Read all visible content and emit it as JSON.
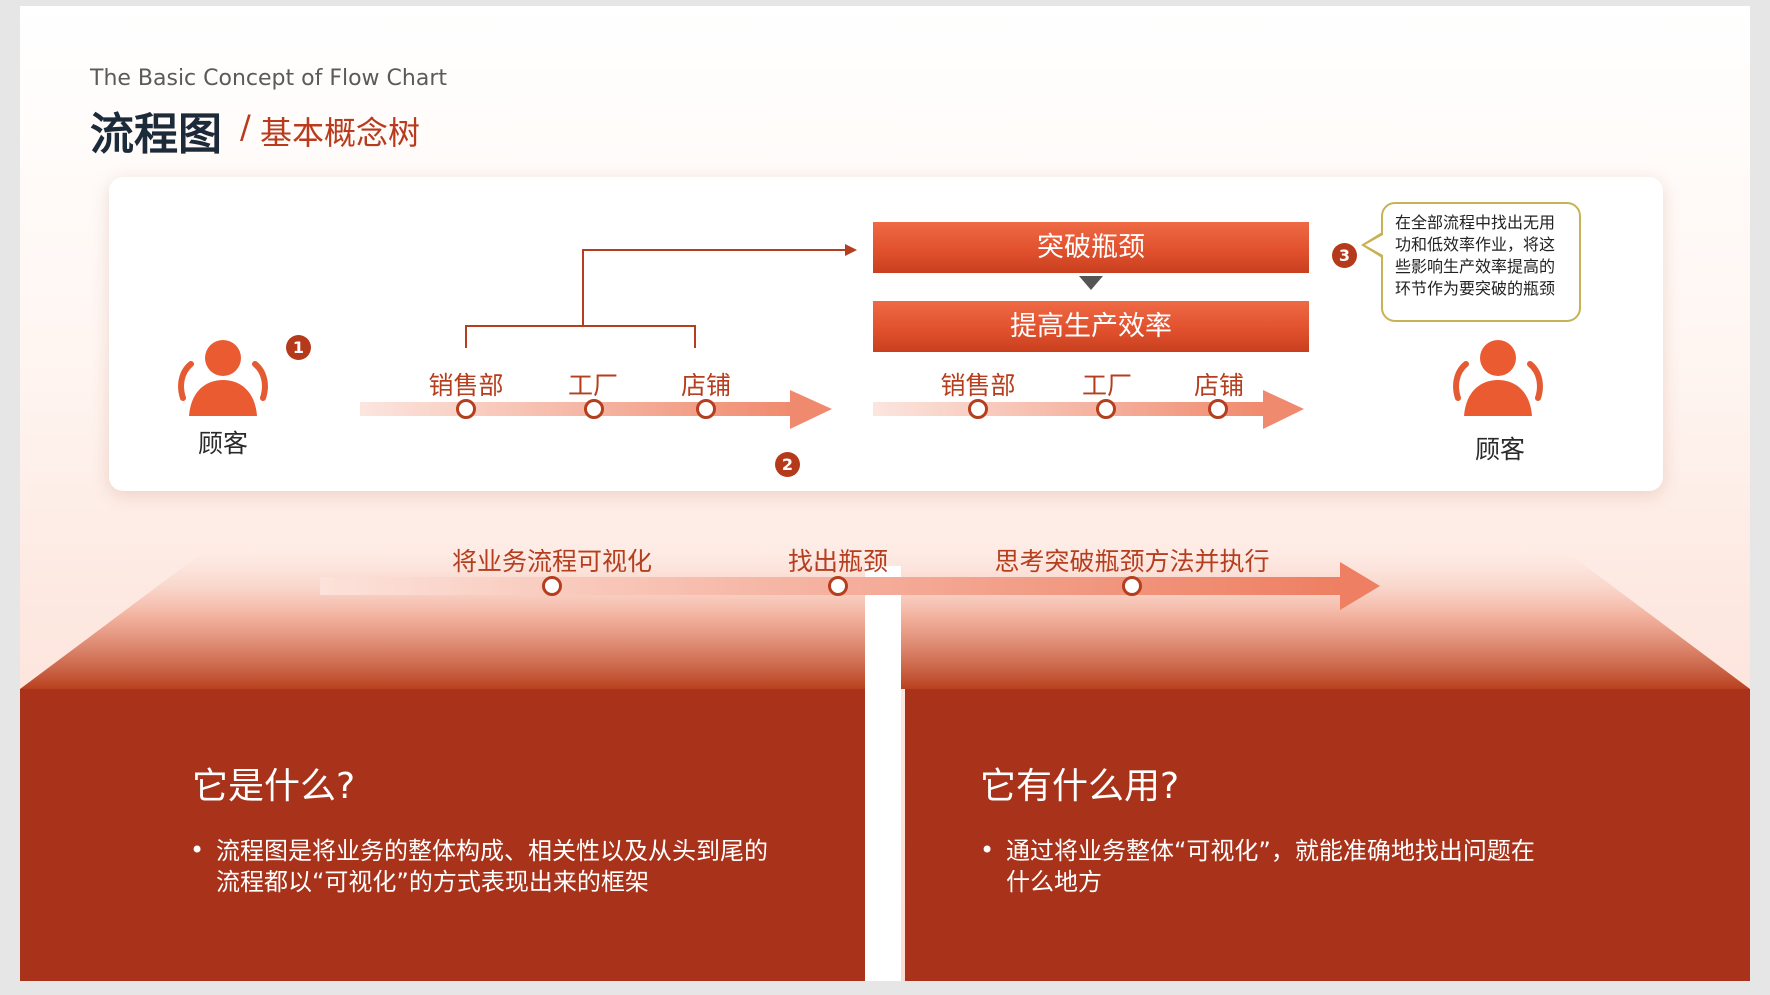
{
  "header": {
    "subtitle_en": "The Basic Concept of Flow Chart",
    "title": "流程图",
    "separator": "/",
    "subtitle": "基本概念树"
  },
  "flow": {
    "customer_left": "顾客",
    "customer_right": "顾客",
    "badges": [
      "1",
      "2",
      "3"
    ],
    "before_steps": [
      "销售部",
      "工厂",
      "店铺"
    ],
    "after_steps": [
      "销售部",
      "工厂",
      "店铺"
    ],
    "banner_top": "突破瓶颈",
    "banner_bottom": "提高生产效率",
    "callout_lines": [
      "在全部流程中找出无用",
      "功和低效率作业，将这",
      "些影响生产效率提高的",
      "环节作为要突破的瓶颈"
    ]
  },
  "timeline": {
    "steps": [
      "将业务流程可视化",
      "找出瓶颈",
      "思考突破瓶颈方法并执行"
    ]
  },
  "panels": {
    "left": {
      "title": "它是什么?",
      "lines": [
        "流程图是将业务的整体构成、相关性以及从头到尾的",
        "流程都以“可视化”的方式表现出来的框架"
      ]
    },
    "right": {
      "title": "它有什么用?",
      "lines": [
        "通过将业务整体“可视化”，就能准确地找出问题在",
        "什么地方"
      ]
    }
  },
  "icons": {
    "customer": "customer-group-icon",
    "arrow": "arrow-right-icon",
    "triangle": "triangle-down-icon"
  },
  "colors": {
    "accent": "#b53e1f",
    "panel": "#a8321a",
    "banner": "#e2512e",
    "callout_border": "#c7b355"
  }
}
